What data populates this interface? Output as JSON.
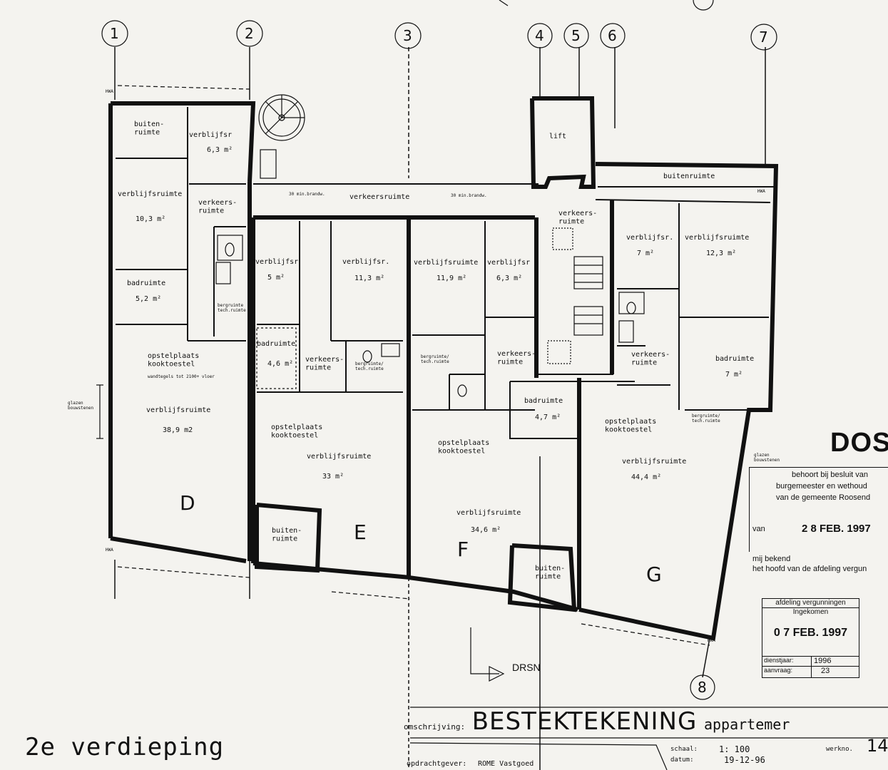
{
  "axes": [
    "1",
    "2",
    "3",
    "4",
    "5",
    "6",
    "7",
    "8"
  ],
  "units": [
    "D",
    "E",
    "F",
    "G"
  ],
  "rooms": {
    "d_buitenruimte": "buiten-\nruimte",
    "d_verblijfsr": "verblijfsr",
    "d_verblijfsr_area": "6,3 m²",
    "d_verblijfsruimte1": "verblijfsruimte",
    "d_verblijfsruimte1_area": "10,3 m²",
    "d_verkeersruimte": "verkeers-\nruimte",
    "d_badruimte": "badruimte",
    "d_badruimte_area": "5,2 m²",
    "d_berg": "bergruimte\ntech.ruimte",
    "d_opstel": "opstelplaats\nkooktoestel",
    "d_wandtegels": "wandtegels tot 2100+ vloer",
    "d_verblijfsruimte2": "verblijfsruimte",
    "d_verblijfsruimte2_area": "38,9 m2",
    "glazen_bouwstenen": "glazen\nbouwstenen",
    "verkeersruimte_corr": "verkeersruimte",
    "brandw_left": "30 min.brandw.",
    "brandw_right": "30 min.brandw.",
    "e_verblijfsr": "verblijfsr",
    "e_verblijfsr_area": "5 m²",
    "e_verblijfsr2": "verblijfsr.",
    "e_verblijfsr2_area": "11,3 m²",
    "e_badruimte": "badruimte",
    "e_badruimte_area": "4,6 m²",
    "e_verkeersruimte": "verkeers-\nruimte",
    "e_berg": "bergruimte/\ntech.ruimte",
    "e_opstel": "opstelplaats\nkooktoestel",
    "e_verblijfsruimte": "verblijfsruimte",
    "e_verblijfsruimte_area": "33 m²",
    "e_buiten": "buiten-\nruimte",
    "f_verblijfsruimte1": "verblijfsruimte",
    "f_verblijfsruimte1_area": "11,9 m²",
    "f_verblijfsr": "verblijfsr",
    "f_verblijfsr_area": "6,3 m²",
    "f_berg": "bergruimte/\ntech.ruimte",
    "f_verkeersruimte": "verkeers-\nruimte",
    "f_badruimte": "badruimte",
    "f_badruimte_area": "4,7 m²",
    "f_opstel": "opstelplaats\nkooktoestel",
    "f_verblijfsruimte": "verblijfsruimte",
    "f_verblijfsruimte_area": "34,6 m²",
    "f_buiten": "buiten-\nruimte",
    "lift": "lift",
    "core_verkeersruimte": "verkeers-\nruimte",
    "g_buitenruimte": "buitenruimte",
    "g_verblijfsr": "verblijfsr.",
    "g_verblijfsr_area": "7 m²",
    "g_verblijfsruimte1": "verblijfsruimte",
    "g_verblijfsruimte1_area": "12,3 m²",
    "g_verkeersruimte": "verkeers-\nruimte",
    "g_badruimte": "badruimte",
    "g_badruimte_area": "7 m²",
    "g_berg": "bergruimte/\ntech.ruimte",
    "g_opstel": "opstelplaats\nkooktoestel",
    "g_verblijfsruimte": "verblijfsruimte",
    "g_verblijfsruimte_area": "44,4 m²",
    "hwa": "HWA"
  },
  "stamp": {
    "title": "DOSS",
    "line1": "behoort bij besluit van",
    "line2": "burgemeester en wethoud",
    "line3": "van de gemeente Roosend",
    "van": "van",
    "date": "2 8 FEB. 1997",
    "mij_bekend": "mij bekend",
    "hoofd": "het hoofd van de afdeling vergun"
  },
  "vergunningen": {
    "header1": "afdeling vergunningen",
    "header2": "Ingekomen",
    "date": "0 7 FEB. 1997",
    "dienstjaar_label": "dienstjaar:",
    "dienstjaar_value": "1996",
    "aanvraag_label": "aanvraag:",
    "aanvraag_value": "23"
  },
  "drsn": "DRSN",
  "floor_label": "2e verdieping",
  "titleblock": {
    "omschrijving_label": "omschrijving:",
    "title": "BESTEKTEKENING",
    "subtitle": "appartemer",
    "opdrachtgever_label": "opdrachtgever:",
    "opdrachtgever": "ROME Vastgoed",
    "schaal_label": "schaal:",
    "schaal": "1: 100",
    "datum_label": "datum:",
    "datum": "19-12-96",
    "werkno_label": "werkno.",
    "werkno": "14"
  }
}
